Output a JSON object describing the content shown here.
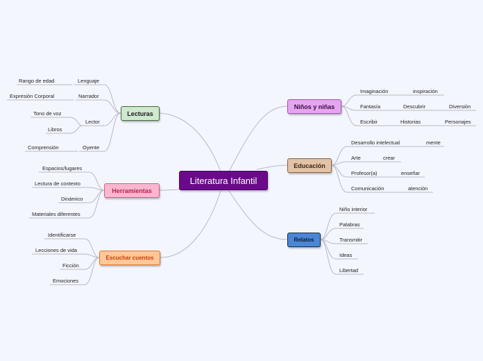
{
  "root": "Literatura Infantil",
  "branches": {
    "lecturas": {
      "label": "Lecturas",
      "items": [
        "Lenguaje",
        "Narrador",
        "Lector",
        "Oyente"
      ],
      "sub": {
        "lenguaje": [
          "Rango de edad"
        ],
        "narrador": [
          "Expresión Corporal"
        ],
        "lector": [
          "Tono de voz",
          "Libros"
        ],
        "oyente": [
          "Comprensión"
        ]
      }
    },
    "herramientas": {
      "label": "Herramientas",
      "items": [
        "Espacios/lugares",
        "Lectura de contexto",
        "Dinámico",
        "Materiales diferentes"
      ]
    },
    "escuchar": {
      "label": "Escuchar cuentos",
      "items": [
        "Identificarse",
        "Lecciones de vida",
        "Ficción",
        "Emociones"
      ]
    },
    "ninos": {
      "label": "Niños y niñas",
      "items": [
        "Imaginación",
        "Fantasía",
        "Escribir"
      ],
      "sub": {
        "imaginacion": [
          "inspiración"
        ],
        "fantasia": [
          "Descubrir",
          "Diversión"
        ],
        "escribir": [
          "Historias",
          "Personajes"
        ]
      }
    },
    "educacion": {
      "label": "Educación",
      "items": [
        "Desarrollo intelectual",
        "Arte",
        "Profesor(a)",
        "Comunicación"
      ],
      "sub": {
        "desarrollo": [
          "mente"
        ],
        "arte": [
          "crear"
        ],
        "profesor": [
          "enseñar"
        ],
        "comunicacion": [
          "atención"
        ]
      }
    },
    "relatos": {
      "label": "Relatos",
      "items": [
        "Niño interior",
        "Palabras",
        "Transmitir",
        "Ideas",
        "Libertad"
      ]
    }
  },
  "colors": {
    "background": "#f3f6fd",
    "connector": "#b8b8c4",
    "root": "#6a0a8a",
    "lecturas": "#cfe8cf",
    "herramientas": "#f9b6cf",
    "escuchar": "#ffc79a",
    "ninos": "#e6a6ef",
    "educacion": "#e3c3a7",
    "relatos": "#4a86d6"
  }
}
